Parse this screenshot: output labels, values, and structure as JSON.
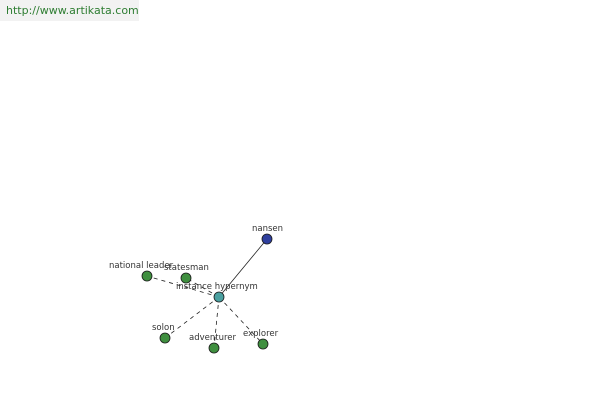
{
  "banner": {
    "url": "http://www.artikata.com",
    "url_color": "#2e7d32"
  },
  "graph": {
    "center": {
      "id": "instance-hypernym",
      "label": "instance hypernym",
      "color": "#4aa0a0"
    },
    "upper": {
      "id": "nansen",
      "label": "nansen",
      "color": "#2f3f9e"
    },
    "leaves": [
      {
        "id": "national-leader",
        "label": "national leader",
        "color": "#3f8f3f"
      },
      {
        "id": "statesman",
        "label": "statesman",
        "color": "#3f8f3f"
      },
      {
        "id": "solon",
        "label": "solon",
        "color": "#3f8f3f"
      },
      {
        "id": "adventurer",
        "label": "adventurer",
        "color": "#3f8f3f"
      },
      {
        "id": "explorer",
        "label": "explorer",
        "color": "#3f8f3f"
      }
    ],
    "edge_color": "#222222",
    "node_stroke": "#1a1a1a"
  }
}
